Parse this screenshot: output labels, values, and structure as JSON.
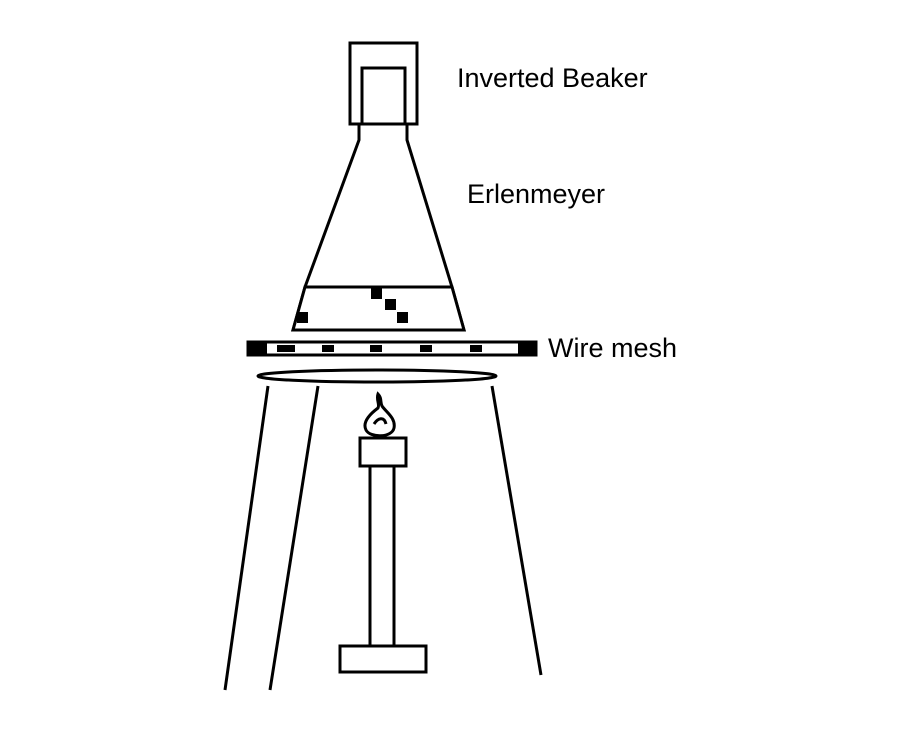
{
  "labels": {
    "inverted_beaker": "Inverted Beaker",
    "erlenmeyer": "Erlenmeyer",
    "wire_mesh": "Wire mesh"
  },
  "colors": {
    "line": "#000000",
    "background": "#ffffff"
  }
}
